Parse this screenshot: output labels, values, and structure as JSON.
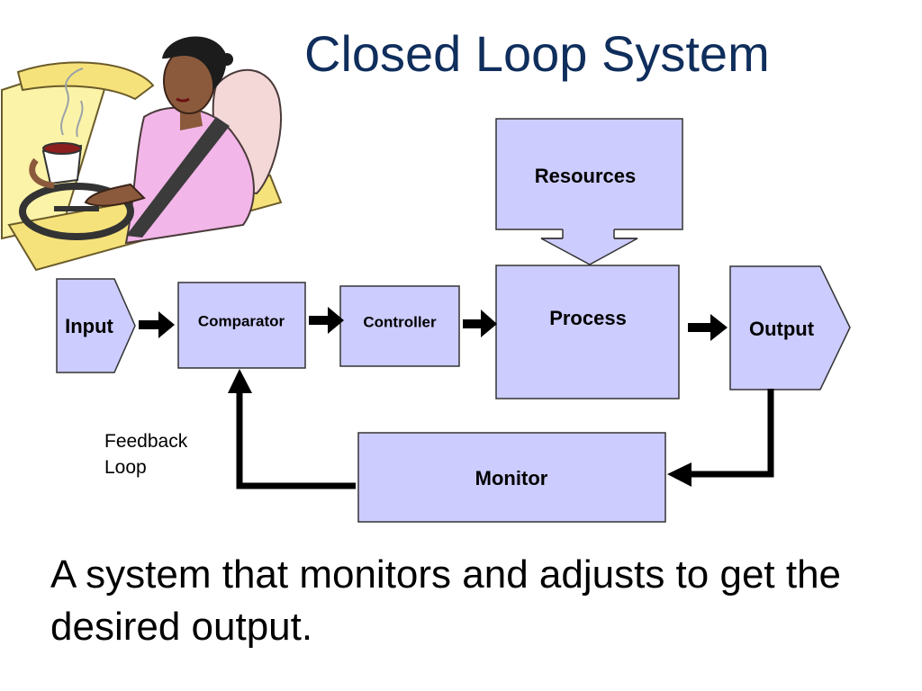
{
  "slide": {
    "title": "Closed Loop System",
    "caption": "A system that monitors and adjusts to get the desired output.",
    "feedback_label_line1": "Feedback",
    "feedback_label_line2": "Loop"
  },
  "diagram": {
    "nodes": {
      "input": "Input",
      "comparator": "Comparator",
      "controller": "Controller",
      "resources": "Resources",
      "process": "Process",
      "output": "Output",
      "monitor": "Monitor"
    },
    "colors": {
      "box_fill": "#ccccff",
      "box_stroke": "#333333",
      "arrow": "#000000",
      "title": "#0f2e5c"
    }
  },
  "illustration": {
    "subject": "woman-driving-with-coffee-clipart"
  }
}
